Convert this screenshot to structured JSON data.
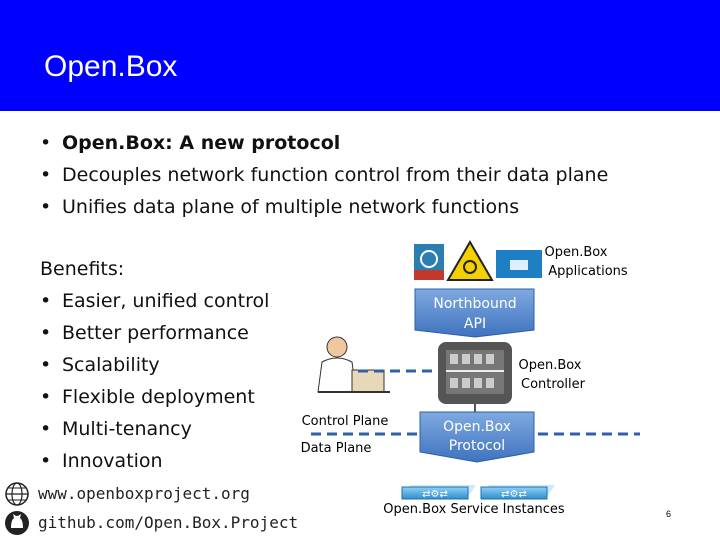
{
  "slide": {
    "title": "Open.Box",
    "top_bullets": [
      "Open.Box: A new protocol",
      "Decouples network function control from their data plane",
      "Unifies data plane of multiple network functions"
    ],
    "benefits_heading": "Benefits:",
    "benefits": [
      "Easier, unified control",
      "Better performance",
      "Scalability",
      "Flexible deployment",
      "Multi-tenancy",
      "Innovation"
    ],
    "website": "www.openboxproject.org",
    "github": "github.com/Open.Box.Project",
    "page_number": "6"
  },
  "diagram": {
    "applications_label": [
      "Open.Box",
      "Applications"
    ],
    "northbound_label": [
      "Northbound",
      "API"
    ],
    "controller_label": [
      "Open.Box",
      "Controller"
    ],
    "protocol_label": [
      "Open.Box",
      "Protocol"
    ],
    "control_plane_label": "Control Plane",
    "data_plane_label": "Data Plane",
    "service_instances_label": "Open.Box Service Instances",
    "colors": {
      "header": "#0000ff",
      "api_box": "#5b8fd0",
      "dashes": "#2e5fa8"
    }
  }
}
